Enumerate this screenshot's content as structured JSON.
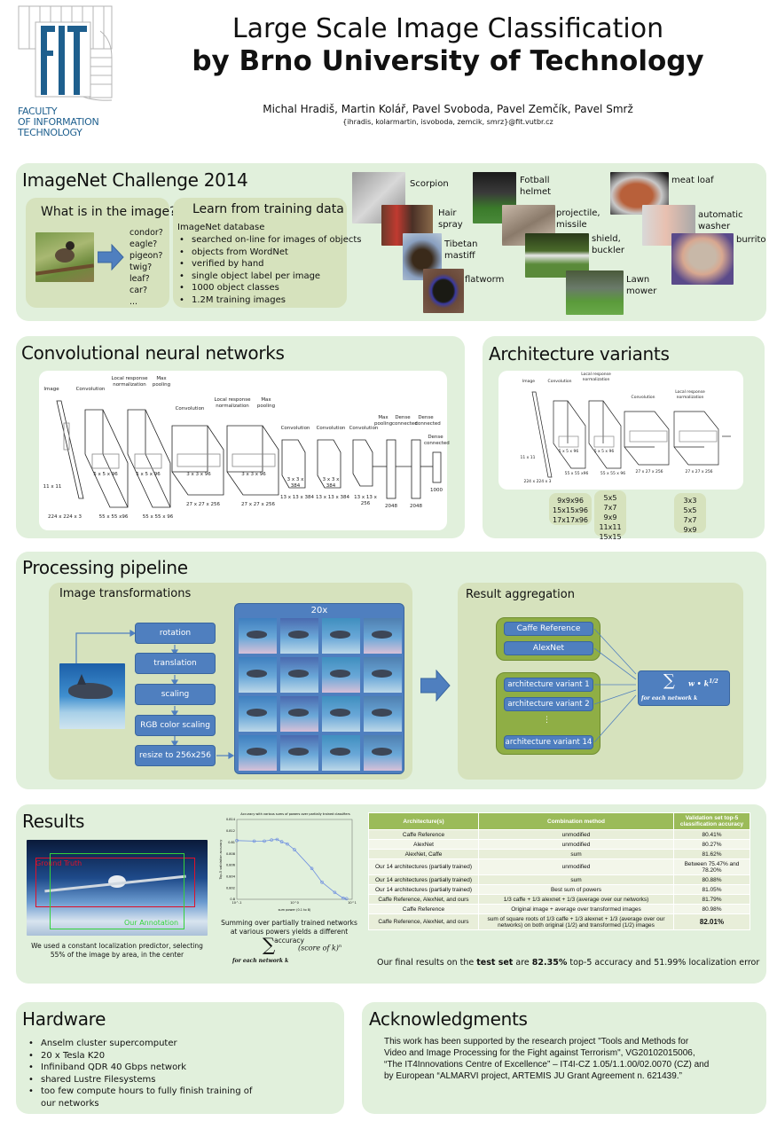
{
  "header": {
    "logo_text": "FIT",
    "logo_caption": [
      "FACULTY",
      "OF INFORMATION",
      "TECHNOLOGY"
    ],
    "title_line1": "Large Scale Image Classification",
    "title_line2": "by Brno University of Technology",
    "authors": "Michal Hradiš, Martin Kolář, Pavel Svoboda, Pavel Zemčík, Pavel Smrž",
    "emails": "{ihradis, kolarmartin, isvoboda, zemcik, smrz}@fit.vutbr.cz"
  },
  "imagenet": {
    "title": "ImageNet Challenge 2014",
    "what_title": "What is in the image?",
    "guesses": [
      "condor?",
      "eagle?",
      "pigeon?",
      "twig?",
      "leaf?",
      "car?",
      "..."
    ],
    "learn_title": "Learn from training data",
    "learn_intro": "ImageNet database",
    "learn_bullets": [
      "searched on-line for images of objects",
      "objects from WordNet",
      "verified by hand",
      "single object label per image",
      "1000 object classes",
      "1.2M training images"
    ],
    "examples": [
      {
        "label": "Scorpion"
      },
      {
        "label": "Hair spray"
      },
      {
        "label": "Tibetan mastiff"
      },
      {
        "label": "flatworm"
      },
      {
        "label": "Fotball helmet"
      },
      {
        "label": "projectile, missile"
      },
      {
        "label": "shield, buckler"
      },
      {
        "label": "Lawn mower"
      },
      {
        "label": "meat loaf"
      },
      {
        "label": "automatic washer"
      },
      {
        "label": "burrito"
      }
    ]
  },
  "cnn": {
    "title": "Convolutional neural networks",
    "labels": {
      "image": "Image",
      "conv1": "Convolution",
      "lrn1": "Local response normalization",
      "pool1": "Max pooling",
      "conv2": "Convolution",
      "lrn2": "Local response normalization",
      "pool2": "Max pooling",
      "conv3": "Convolution",
      "conv4": "Convolution",
      "conv5": "Convolution",
      "pool3": "Max pooling",
      "fc1": "Dense connected",
      "fc2": "Dense connected",
      "fc3": "Dense connected",
      "k1": "11 x 11",
      "in": "224 x 224 x 3",
      "k2": "5 x 5 x 96",
      "d1": "55 x 55 x96",
      "k3": "5 x 5 x 96",
      "d2": "55 x 55 x 96",
      "k4": "3 x 3 x 96",
      "d3": "27 x 27 x 256",
      "k5": "3 x 3 x 96",
      "d4": "27 x 27 x 256",
      "k6": "3 x 3 x 384",
      "k7": "3 x 3 x 384",
      "d5": "13 x 13 x 384",
      "d6": "13 x 13 x 384",
      "d7": "13 x 13 x 256",
      "n1": "2048",
      "n2": "2048",
      "n3": "1000"
    }
  },
  "variants": {
    "title": "Architecture variants",
    "group1": [
      "9x9x96",
      "15x15x96",
      "17x17x96"
    ],
    "group2": [
      "5x5",
      "7x7",
      "9x9",
      "11x11",
      "15x15"
    ],
    "group3": [
      "3x3",
      "5x5",
      "7x7",
      "9x9"
    ]
  },
  "pipeline": {
    "title": "Processing pipeline",
    "transform_title": "Image transformations",
    "steps": [
      "rotation",
      "translation",
      "scaling",
      "RGB color scaling",
      "resize to 256x256"
    ],
    "grid_label": "20x",
    "aggregation_title": "Result aggregation",
    "group_a": [
      "Caffe Reference",
      "AlexNet"
    ],
    "group_b": [
      "architecture variant 1",
      "architecture variant 2",
      "⋮",
      "architecture variant 14"
    ],
    "formula_sum_sub": "for each network k",
    "formula_term": "w • k",
    "formula_exp": "1/2"
  },
  "results": {
    "title": "Results",
    "ground_truth_label": "Ground Truth",
    "annotation_label": "Our Annotation",
    "localization_caption": "We used a constant localization predictor, selecting 55% of the image by area, in the center",
    "chart_caption": "Summing over partially trained networks at various powers yields a different accuracy",
    "formula_sub": "for each network k",
    "formula_term": "(score of k)",
    "formula_exp": "n",
    "table": {
      "headers": [
        "Architecture(s)",
        "Combination method",
        "Validation set top-5 classification accuracy"
      ],
      "rows": [
        [
          "Caffe Reference",
          "unmodified",
          "80.41%"
        ],
        [
          "AlexNet",
          "unmodified",
          "80.27%"
        ],
        [
          "AlexNet, Caffe",
          "sum",
          "81.62%"
        ],
        [
          "Our 14 architectures (partially trained)",
          "unmodified",
          "Between 75.47% and 78.20%"
        ],
        [
          "Our 14 architectures (partially trained)",
          "sum",
          "80.88%"
        ],
        [
          "Our 14 architectures (partially trained)",
          "Best sum of powers",
          "81.05%"
        ],
        [
          "Caffe Reference, AlexNet, and ours",
          "1/3 caffe + 1/3 alexnet + 1/3 (average over our networks)",
          "81.79%"
        ],
        [
          "Caffe Reference",
          "Original image + average over transformed images",
          "80.98%"
        ],
        [
          "Caffe Reference, AlexNet, and ours",
          "sum of square roots of 1/3 caffe + 1/3 alexnet + 1/3 (average over our networks) on both original (1/2) and transformed (1/2) images",
          "82.01%"
        ]
      ]
    },
    "final_prefix": "Our final results on the ",
    "final_bold1": "test set",
    "final_mid": " are ",
    "final_bold2": "82.35%",
    "final_suffix": " top-5 accuracy and 51.99% localization error"
  },
  "chart_data": {
    "type": "line",
    "title": "Accuracy with various sums of powers over partially trained classifiers",
    "xlabel": "sum power (0.1 to 8)",
    "ylabel": "Top-5 validation accuracy",
    "xscale": "log",
    "xlim": [
      0.1,
      10
    ],
    "ylim": [
      0.8,
      0.814
    ],
    "xticks": [
      "10^-1",
      "10^0",
      "10^1"
    ],
    "yticks": [
      "0.8",
      "0.802",
      "0.804",
      "0.806",
      "0.808",
      "0.81",
      "0.812",
      "0.814"
    ],
    "series": [
      {
        "name": "accuracy",
        "x": [
          0.1,
          0.2,
          0.3,
          0.4,
          0.5,
          0.6,
          0.75,
          1.0,
          2.0,
          3.0,
          5.0,
          7.0,
          8.0
        ],
        "y": [
          0.8103,
          0.8102,
          0.8102,
          0.8104,
          0.8105,
          0.8101,
          0.8097,
          0.8087,
          0.8054,
          0.803,
          0.8012,
          0.8002,
          0.8001
        ]
      }
    ],
    "grid": false,
    "color": "#6e8fe0"
  },
  "hardware": {
    "title": "Hardware",
    "items": [
      "Anselm cluster supercomputer",
      "20 x Tesla K20",
      "Infiniband QDR 40 Gbps network",
      "shared Lustre Filesystems",
      "too few compute hours to fully finish training of our networks"
    ]
  },
  "ack": {
    "title": "Acknowledgments",
    "text": "This work has been supported by the research project \"Tools and Methods for Video and Image Processing for the Fight against Terrorism\", VG20102015006, “The IT4Innovations Centre of Excellence” – IT4I-CZ 1.05/1.1.00/02.0070 (CZ) and by European “ALMARVI project, ARTEMIS JU Grant Agreement n. 621439.”"
  },
  "colors": {
    "panel": "#e1f0dc",
    "subpanel": "#d6e2bd",
    "blue_box": "#4f7fbf",
    "green_group": "#8fae45",
    "logo_blue": "#1e5f8e",
    "table_header": "#9bbb59"
  }
}
